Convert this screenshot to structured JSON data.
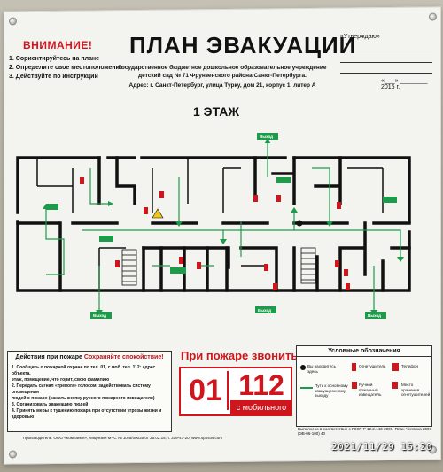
{
  "warning": {
    "title": "ВНИМАНИЕ!",
    "steps": [
      "1. Сориентируйтесь на плане",
      "2. Определите свое местоположение",
      "3. Действуйте по инструкции"
    ]
  },
  "header": {
    "title": "ПЛАН ЭВАКУАЦИИ",
    "org_line1": "Государственное бюджетное дошкольное образовательное учреждение",
    "org_line2": "детский сад № 71 Фрунзенского района Санкт-Петербурга.",
    "org_line3": "Адрес: г. Санкт-Петербург, улица Турку, дом 21, корпус 1, литер А"
  },
  "approval": {
    "label": "«Утверждаю»",
    "year": "«___» ________ 2015 г."
  },
  "floor": "1 ЭТАЖ",
  "plan": {
    "exit_label": "Выход"
  },
  "fire_actions": {
    "title": "Действия при пожаре",
    "subtitle": "Сохраняйте спокойствие!",
    "items": [
      "1. Сообщить о пожарной охране по тел. 01, с моб. тел. 112: адрес объекта,",
      "этаж, помещение, что горит, свою фамилию",
      "2. Передать сигнал «тревога» голосом, задействовать систему оповещения",
      "людей о пожаре (нажать кнопку ручного пожарного извещателя)",
      "3. Организовать эвакуацию людей",
      "4. Принять меры к тушению пожара при отсутствии угрозы жизни и здоровью"
    ]
  },
  "call": {
    "title": "При пожаре звонить",
    "landline": "01",
    "mobile_number": "112",
    "mobile_label": "с мобильного"
  },
  "legend": {
    "title": "Условные обозначения",
    "items": [
      {
        "label": "Вы находитесь здесь",
        "color": "#111111"
      },
      {
        "label": "Огнетушитель",
        "color": "#d0151d"
      },
      {
        "label": "Телефон",
        "color": "#d0151d"
      },
      {
        "label": "Путь к основному эвакуационному выходу",
        "color": "#1e9b4a"
      },
      {
        "label": "Ручной пожарный извещатель",
        "color": "#d0151d"
      },
      {
        "label": "Место хранения огнетушителей",
        "color": "#d0151d"
      }
    ]
  },
  "footer": {
    "left": "Производитель: ООО «Компания», Лицензия МЧС № 10-Б/00035 от 25.02.15, т. 319-47-20, www.spbsos.com",
    "right": "Выполнено в соответствии с ГОСТ Р 12.2.143-2009. План Чеплина 2007 (ЭВ-06-100) 40"
  },
  "timestamp": "2021/11/29  15:20",
  "colors": {
    "red": "#d0151d",
    "green": "#1e9b4a",
    "wall": "#111111"
  }
}
